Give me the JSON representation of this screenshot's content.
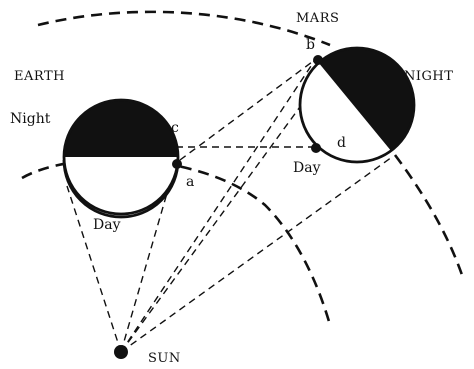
{
  "labels": {
    "mars": "MARS",
    "earth": "EARTH",
    "night_earth": "Night",
    "night_mars": "NIGHT",
    "day_earth": "Day",
    "day_mars": "Day",
    "sun": "SUN",
    "point_a": "a",
    "point_b": "b",
    "point_c": "c",
    "point_d": "d"
  },
  "colors": {
    "ink": "#111111",
    "paper": "#ffffff"
  }
}
